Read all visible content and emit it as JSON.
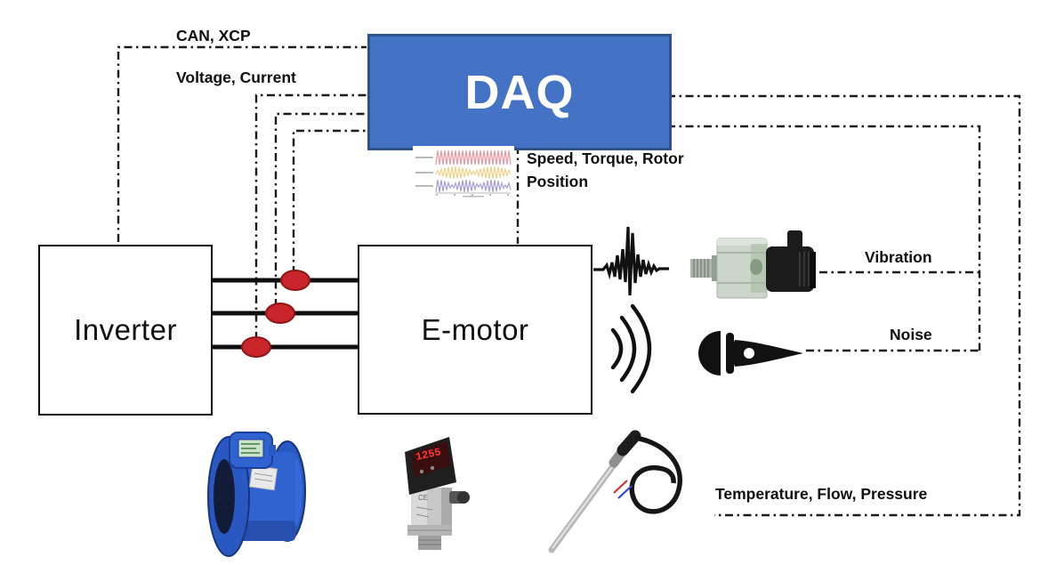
{
  "boxes": {
    "daq": "DAQ",
    "inverter": "Inverter",
    "emotor": "E-motor"
  },
  "connection_labels": {
    "can_xcp": "CAN, XCP",
    "voltage_current": "Voltage, Current",
    "speed_torque_rotor_position": "Speed, Torque, Rotor Position",
    "vibration": "Vibration",
    "noise": "Noise",
    "temperature_flow_pressure": "Temperature, Flow, Pressure"
  },
  "sensors": {
    "pressure_display": "1255"
  },
  "icons": {
    "current_sensors": "red-ellipse-current-clamps",
    "vibration_signal": "seismic-waveform-icon",
    "sound_waves": "three-arc-sound-waves-icon",
    "microphone": "microphone-icon",
    "accelerometer": "vibration-sensor-photo",
    "flow_meter": "electromagnetic-flow-meter-photo",
    "pressure_sensor": "pressure-switch-photo",
    "temperature_probe": "thermocouple-probe-photo",
    "waveform_thumbnail": "three-phase-voltage-plot"
  },
  "colors": {
    "daq_fill": "#4472C4",
    "daq_border": "#2F528F",
    "line": "#1b1b1b",
    "current_sensor_fill": "#C9252B",
    "current_sensor_stroke": "#8F1616",
    "flowmeter_blue": "#2F63CF",
    "waveform_red": "#E89AA4",
    "waveform_yellow": "#F0D289",
    "waveform_purple": "#A89ED1"
  }
}
